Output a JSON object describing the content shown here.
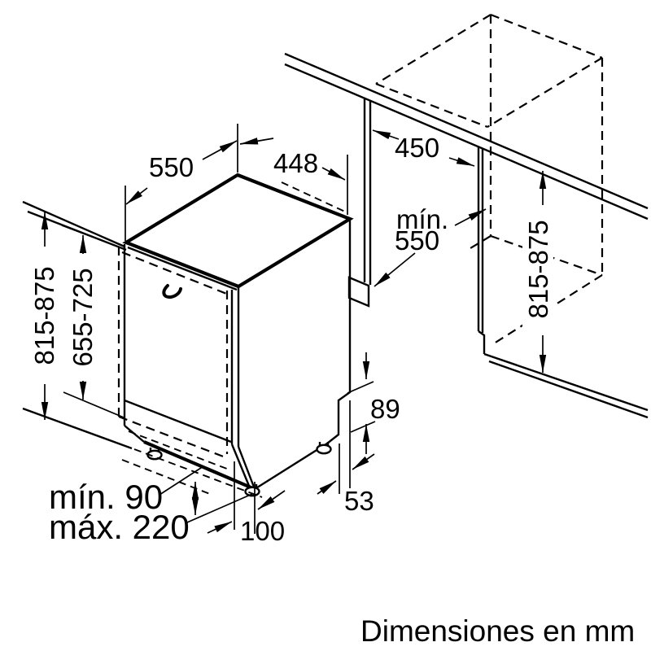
{
  "diagram": {
    "units_note": "Dimensiones en mm",
    "dimensions": {
      "top_depth": "550",
      "appliance_width": "448",
      "niche_width": "450",
      "niche_depth_prefix": "mín.",
      "niche_depth_value": "550",
      "appliance_height": "815-875",
      "door_panel_height": "655-725",
      "niche_height": "815-875",
      "rear_clearance": "89",
      "rear_offset": "53",
      "front_foot_offset": "100",
      "plinth_min": "mín. 90",
      "plinth_max": "máx. 220"
    },
    "colors": {
      "line": "#000000",
      "background": "#ffffff"
    }
  }
}
